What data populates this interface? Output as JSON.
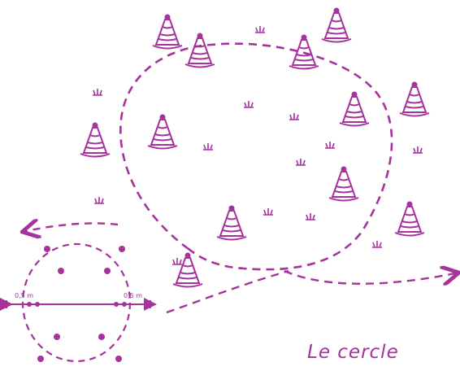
{
  "caption": "Le cercle",
  "scale": {
    "left_label": "0,5 m",
    "right_label": "0,5 m"
  },
  "colors": {
    "ink": "#a6329d",
    "ink_dark": "#8e2587"
  },
  "icons": [
    "cone-icon",
    "grass-tuft-icon",
    "dot-marker-icon",
    "arrow-icon"
  ]
}
